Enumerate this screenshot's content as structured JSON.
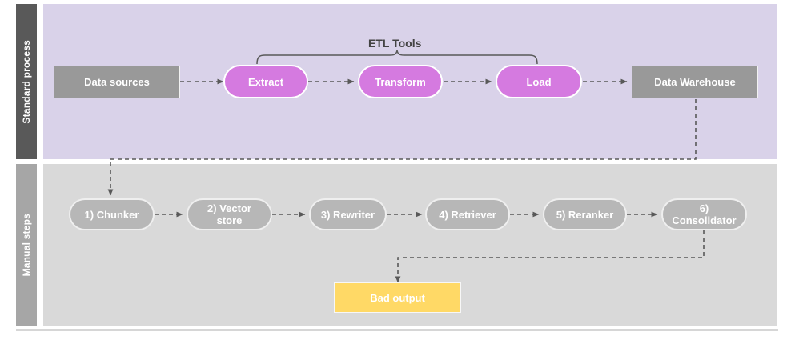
{
  "diagram": {
    "title": "ETL standard process and manual RAG steps",
    "colors": {
      "lane_top_bg": "#d9d2e9",
      "lane_bottom_bg": "#d9d9d9",
      "lane_top_label_bg": "#595959",
      "lane_bottom_label_bg": "#a6a6a6",
      "node_gray": "#999999",
      "node_purple": "#d57ae0",
      "node_pill_gray": "#b7b7b7",
      "node_yellow": "#ffd966",
      "connector": "#595959",
      "text_dark": "#434343",
      "text_light": "#ffffff"
    }
  },
  "lanes": [
    {
      "id": "standard-process",
      "label": "Standard process"
    },
    {
      "id": "manual-steps",
      "label": "Manual steps"
    }
  ],
  "standard_process": {
    "annotation": "ETL Tools",
    "nodes": [
      {
        "id": "data-sources",
        "label": "Data sources",
        "shape": "rect",
        "color": "#999999"
      },
      {
        "id": "extract",
        "label": "Extract",
        "shape": "pill",
        "color": "#d57ae0"
      },
      {
        "id": "transform",
        "label": "Transform",
        "shape": "pill",
        "color": "#d57ae0"
      },
      {
        "id": "load",
        "label": "Load",
        "shape": "pill",
        "color": "#d57ae0"
      },
      {
        "id": "data-warehouse",
        "label": "Data Warehouse",
        "shape": "rect",
        "color": "#999999"
      }
    ]
  },
  "manual_steps": {
    "nodes": [
      {
        "id": "chunker",
        "label": "1) Chunker",
        "shape": "pill",
        "color": "#b7b7b7"
      },
      {
        "id": "vector-store",
        "label": "2) Vector\nstore",
        "line1": "2) Vector",
        "line2": "store",
        "shape": "pill",
        "color": "#b7b7b7"
      },
      {
        "id": "rewriter",
        "label": "3) Rewriter",
        "shape": "pill",
        "color": "#b7b7b7"
      },
      {
        "id": "retriever",
        "label": "4) Retriever",
        "shape": "pill",
        "color": "#b7b7b7"
      },
      {
        "id": "reranker",
        "label": "5) Reranker",
        "shape": "pill",
        "color": "#b7b7b7"
      },
      {
        "id": "consolidator",
        "label": "6)\nConsolidator",
        "line1": "6)",
        "line2": "Consolidator",
        "shape": "pill",
        "color": "#b7b7b7"
      }
    ],
    "output": {
      "id": "bad-output",
      "label": "Bad output",
      "shape": "rect",
      "color": "#ffd966"
    }
  },
  "connections": [
    {
      "from": "data-sources",
      "to": "extract",
      "style": "dashed"
    },
    {
      "from": "extract",
      "to": "transform",
      "style": "dashed"
    },
    {
      "from": "transform",
      "to": "load",
      "style": "dashed"
    },
    {
      "from": "load",
      "to": "data-warehouse",
      "style": "dashed"
    },
    {
      "from": "data-warehouse",
      "to": "chunker",
      "style": "dashed"
    },
    {
      "from": "chunker",
      "to": "vector-store",
      "style": "dashed"
    },
    {
      "from": "vector-store",
      "to": "rewriter",
      "style": "dashed"
    },
    {
      "from": "rewriter",
      "to": "retriever",
      "style": "dashed"
    },
    {
      "from": "retriever",
      "to": "reranker",
      "style": "dashed"
    },
    {
      "from": "reranker",
      "to": "consolidator",
      "style": "dashed"
    },
    {
      "from": "consolidator",
      "to": "bad-output",
      "style": "dashed"
    }
  ]
}
